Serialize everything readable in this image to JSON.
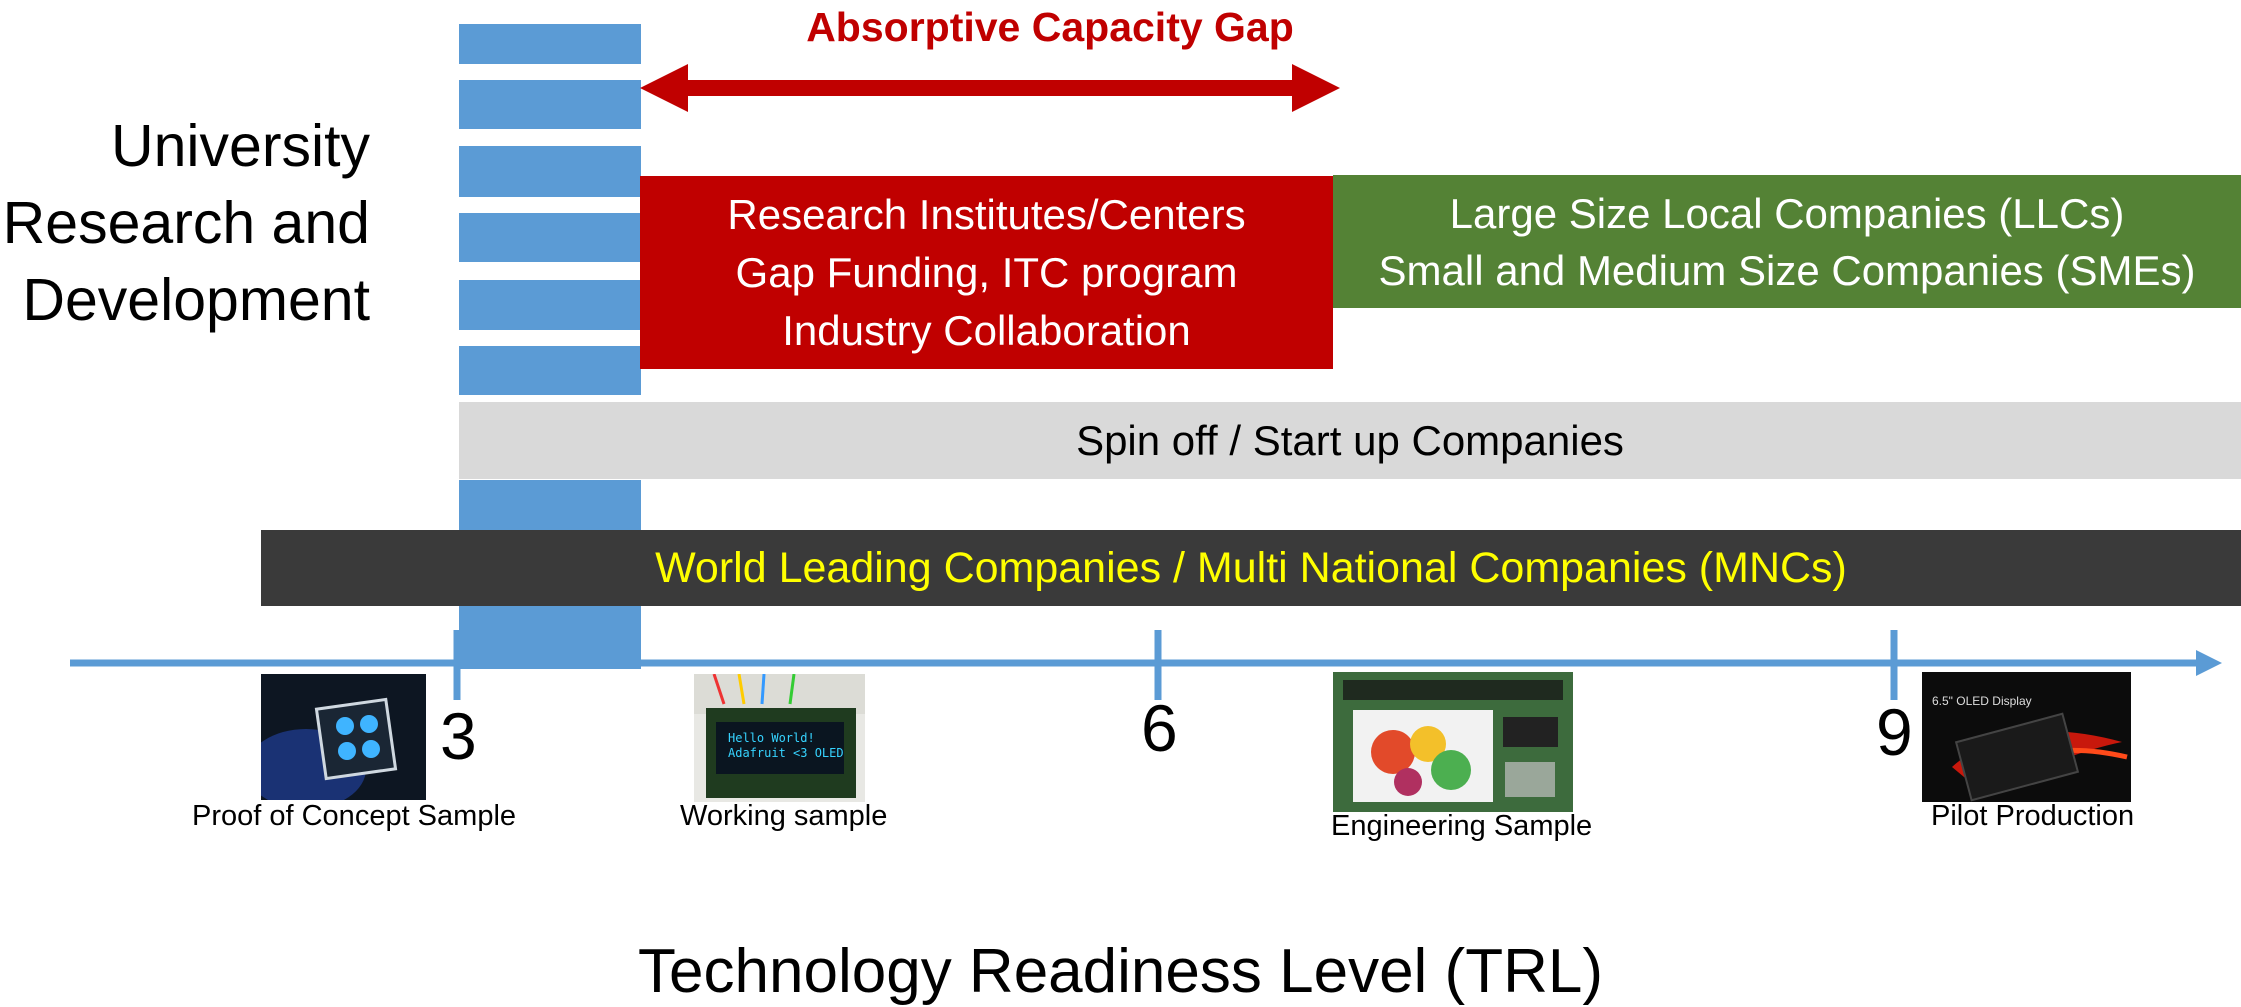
{
  "colors": {
    "university": "#5b9bd5",
    "red": "#c00000",
    "green": "#548235",
    "grey": "#d9d9d9",
    "dark": "#3a3a3a",
    "yellow": "#ffff00",
    "axis": "#5b9bd5"
  },
  "university_label": "University\nResearch and\nDevelopment",
  "gap": {
    "title": "Absorptive Capacity Gap"
  },
  "research_box": {
    "lines": [
      "Research Institutes/Centers",
      "Gap Funding, ITC program",
      "Industry Collaboration"
    ]
  },
  "companies_box": {
    "lines": [
      "Large Size Local Companies (LLCs)",
      "Small and Medium Size Companies (SMEs)"
    ]
  },
  "spinoff": "Spin off / Start up Companies",
  "mnc": "World Leading Companies / Multi National Companies (MNCs)",
  "axis": {
    "label": "Technology Readiness Level (TRL)",
    "ticks": [
      "3",
      "6",
      "9"
    ]
  },
  "samples": [
    {
      "label": "Proof of Concept Sample",
      "icon": "led-chip-photo"
    },
    {
      "label": "Working sample",
      "icon": "oled-breadboard-photo",
      "screen_lines": [
        "Hello World!",
        "Adafruit <3 OLED"
      ]
    },
    {
      "label": "Engineering Sample",
      "icon": "display-board-photo"
    },
    {
      "label": "Pilot Production",
      "icon": "oled-phone-photo",
      "screen_text": "6.5\" OLED Display"
    }
  ]
}
